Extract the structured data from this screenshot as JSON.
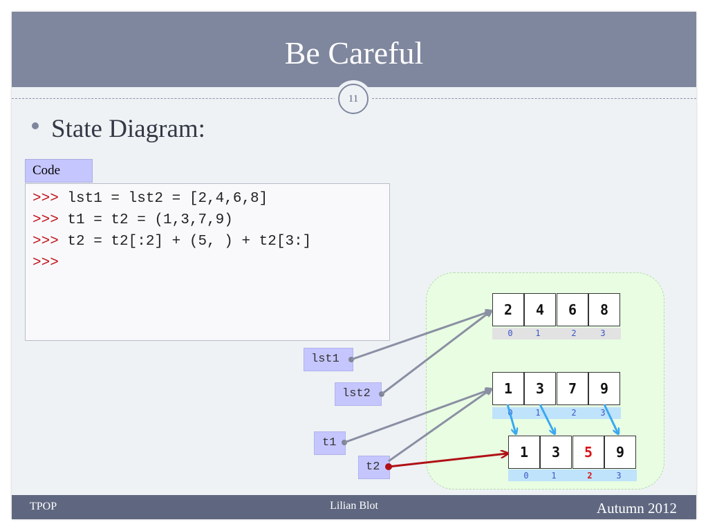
{
  "slide": {
    "title": "Be Careful",
    "page_number": "11",
    "bullet": "State Diagram:"
  },
  "code": {
    "tab_label": "Code",
    "lines": [
      {
        "prompt": ">>>",
        "text": " lst1 = lst2 = [2,4,6,8]"
      },
      {
        "prompt": ">>>",
        "text": " t1 = t2 = (1,3,7,9)"
      },
      {
        "prompt": ">>>",
        "text": " t2 = t2[:2] + (5, ) + t2[3:]"
      },
      {
        "prompt": ">>>",
        "text": ""
      }
    ]
  },
  "diagram": {
    "list": {
      "values": [
        "2",
        "4",
        "6",
        "8"
      ],
      "indices": [
        "0",
        "1",
        "2",
        "3"
      ]
    },
    "tuple_old": {
      "values": [
        "1",
        "3",
        "7",
        "9"
      ],
      "indices": [
        "0",
        "1",
        "2",
        "3"
      ]
    },
    "tuple_new": {
      "values": [
        "1",
        "3",
        "5",
        "9"
      ],
      "indices": [
        "0",
        "1",
        "2",
        "3"
      ],
      "changed_index": 2
    },
    "variables": {
      "lst1": "lst1",
      "lst2": "lst2",
      "t1": "t1",
      "t2": "t2"
    },
    "colors": {
      "ref_arrow": "#8a8fa3",
      "copy_arrow": "#39a8f0",
      "new_ref_arrow": "#b01015",
      "changed_value": "#d7141a",
      "list_index_bar": "#e2e2e2",
      "tuple_index_bar": "#bfe3fb"
    }
  },
  "footer": {
    "left": "TPOP",
    "center": "Lilian Blot",
    "right": "Autumn 2012"
  }
}
